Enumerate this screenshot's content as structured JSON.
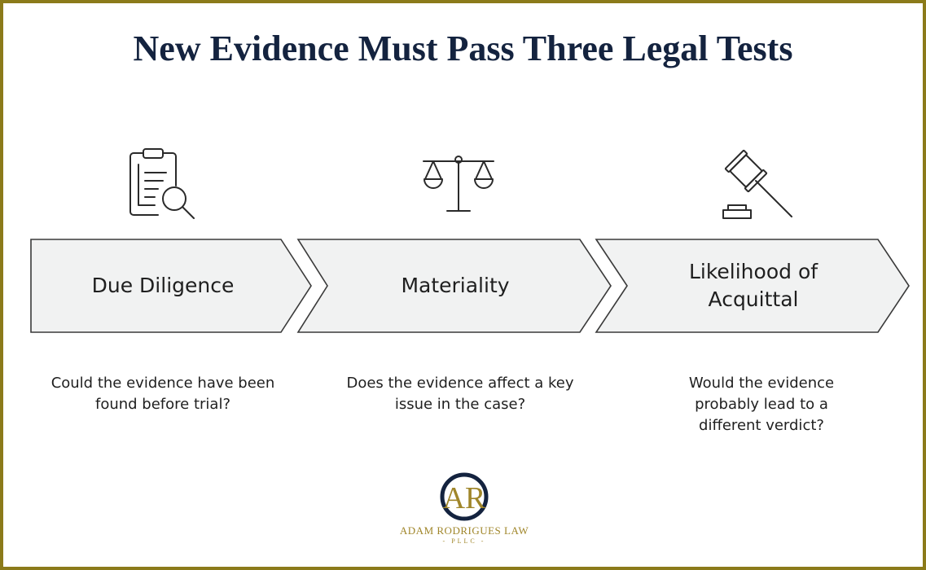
{
  "title": "New Evidence Must Pass Three Legal Tests",
  "stages": [
    {
      "label": "Due Diligence",
      "icon": "clipboard-search-icon",
      "description": "Could the evidence have been found before trial?"
    },
    {
      "label": "Materiality",
      "icon": "scales-of-justice-icon",
      "description": "Does the evidence affect a key issue in the case?"
    },
    {
      "label": "Likelihood of Acquittal",
      "icon": "gavel-icon",
      "description": "Would the evidence probably lead to a different verdict?"
    }
  ],
  "logo": {
    "monogram": "AR",
    "name": "ADAM RODRIGUES LAW",
    "sub": "- PLLC -"
  },
  "colors": {
    "title": "#14233f",
    "border": "#8b7a1a",
    "arrow_fill": "#f1f2f2",
    "arrow_stroke": "#3a3a3a",
    "logo_gold": "#a0862a",
    "logo_navy": "#14233f"
  }
}
